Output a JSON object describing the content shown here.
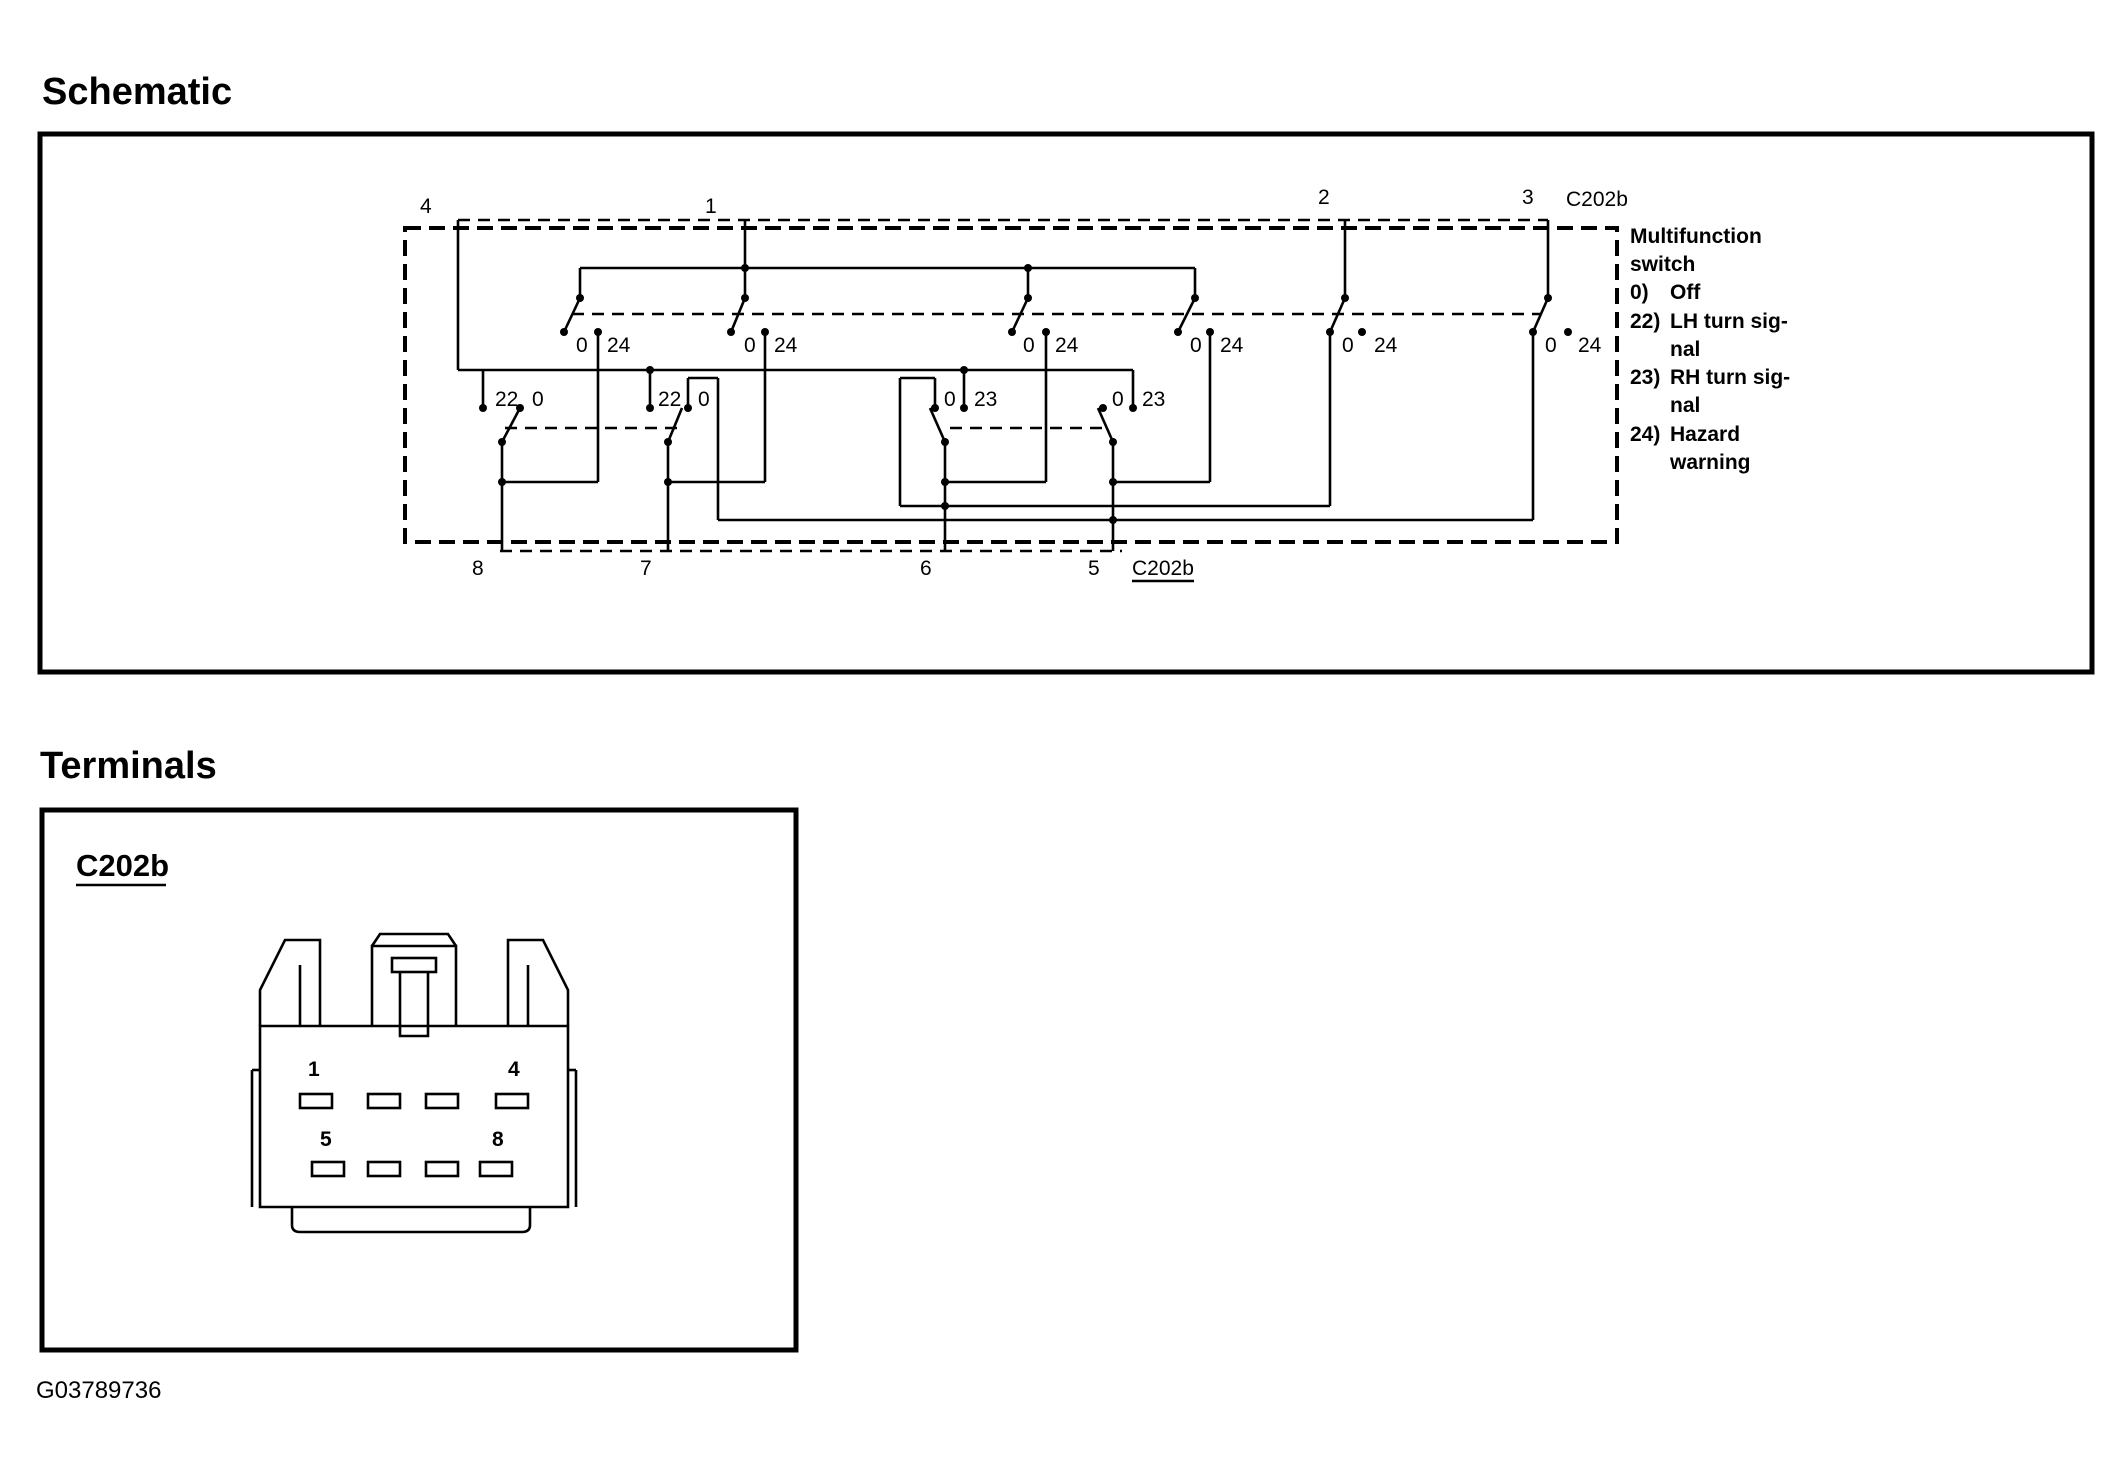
{
  "sections": {
    "schematic_title": "Schematic",
    "terminals_title": "Terminals"
  },
  "schematic": {
    "connector_label_top": "C202b",
    "connector_label_bottom": "C202b",
    "top_pins": [
      "4",
      "1",
      "2",
      "3"
    ],
    "bottom_pins": [
      "8",
      "7",
      "6",
      "5"
    ],
    "switch_title_lines": [
      "Multifunction",
      "switch"
    ],
    "legend": [
      {
        "code": "0)",
        "lines": [
          "Off"
        ]
      },
      {
        "code": "22)",
        "lines": [
          "LH turn sig-",
          "nal"
        ]
      },
      {
        "code": "23)",
        "lines": [
          "RH turn sig-",
          "nal"
        ]
      },
      {
        "code": "24)",
        "lines": [
          "Hazard",
          "warning"
        ]
      }
    ],
    "upper_contacts": [
      {
        "left": "0",
        "right": "24"
      },
      {
        "left": "0",
        "right": "24"
      },
      {
        "left": "0",
        "right": "24"
      },
      {
        "left": "0",
        "right": "24"
      },
      {
        "left": "0",
        "right": "24"
      },
      {
        "left": "0",
        "right": "24"
      }
    ],
    "lower_contacts": [
      {
        "left": "22",
        "right": "0"
      },
      {
        "left": "22",
        "right": "0"
      },
      {
        "left": "0",
        "right": "23"
      },
      {
        "left": "0",
        "right": "23"
      }
    ]
  },
  "terminals": {
    "connector_name": "C202b",
    "pin_labels": {
      "top_left": "1",
      "top_right": "4",
      "bottom_left": "5",
      "bottom_right": "8"
    }
  },
  "figure_id": "G03789736"
}
